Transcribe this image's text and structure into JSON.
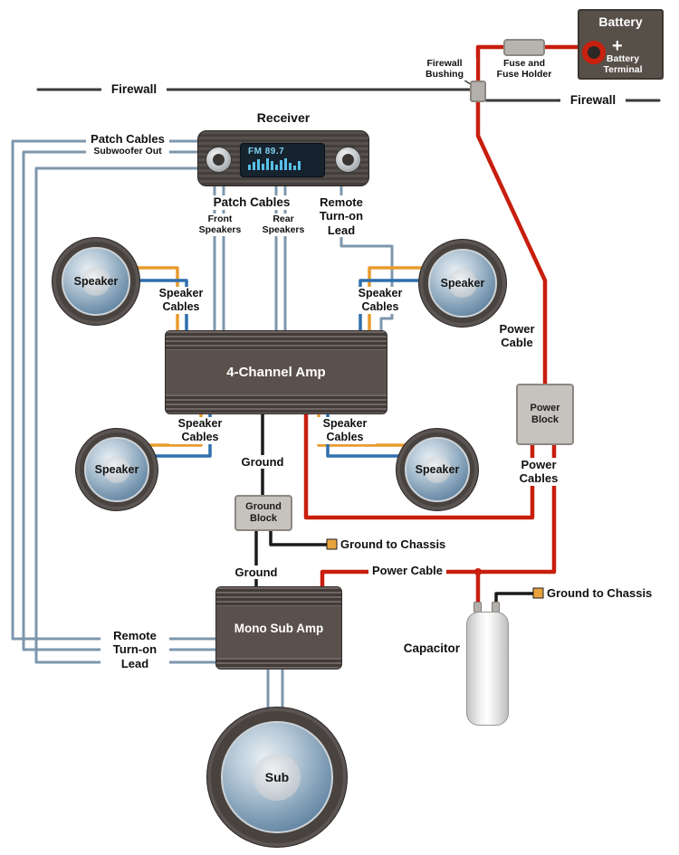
{
  "colors": {
    "power_cable": "#c81e0e",
    "ground_wire": "#1b1b1b",
    "patch_cable": "#7d97ad",
    "speaker_wire_positive": "#e89b2e",
    "speaker_wire_negative": "#2e6fae",
    "chassis_terminal": "#e8a33d",
    "display_text": "#7fd4f2"
  },
  "battery": {
    "title": "Battery",
    "plus": "+",
    "terminal1": "Battery",
    "terminal2": "Terminal"
  },
  "fuse": {
    "line1": "Fuse and",
    "line2": "Fuse Holder"
  },
  "firewall": {
    "left": "Firewall",
    "right": "Firewall",
    "bushing1": "Firewall",
    "bushing2": "Bushing"
  },
  "receiver": {
    "title": "Receiver",
    "display": "FM 89.7"
  },
  "patch_left": {
    "line1": "Patch Cables",
    "line2": "Subwoofer Out"
  },
  "below_receiver": {
    "patch": "Patch Cables",
    "front1": "Front",
    "front2": "Speakers",
    "rear1": "Rear",
    "rear2": "Speakers",
    "remote1": "Remote",
    "remote2": "Turn-on",
    "remote3": "Lead"
  },
  "speaker_cables": {
    "line1": "Speaker",
    "line2": "Cables"
  },
  "speakers": {
    "front_left": "Speaker",
    "front_right": "Speaker",
    "rear_left": "Speaker",
    "rear_right": "Speaker",
    "sub": "Sub"
  },
  "amps": {
    "four_channel": "4-Channel Amp",
    "mono": "Mono Sub Amp"
  },
  "ground": {
    "label_top": "Ground",
    "label_bottom": "Ground",
    "block1": "Ground",
    "block2": "Block",
    "to_chassis_mid": "Ground to Chassis",
    "to_chassis_top": "Ground to Chassis"
  },
  "power": {
    "cable_r1": "Power",
    "cable_r2": "Cable",
    "block1": "Power",
    "block2": "Block",
    "cables1": "Power",
    "cables2": "Cables",
    "cable_mid": "Power Cable"
  },
  "remote_bottom": {
    "line1": "Remote",
    "line2": "Turn-on",
    "line3": "Lead"
  },
  "capacitor": {
    "label": "Capacitor"
  }
}
